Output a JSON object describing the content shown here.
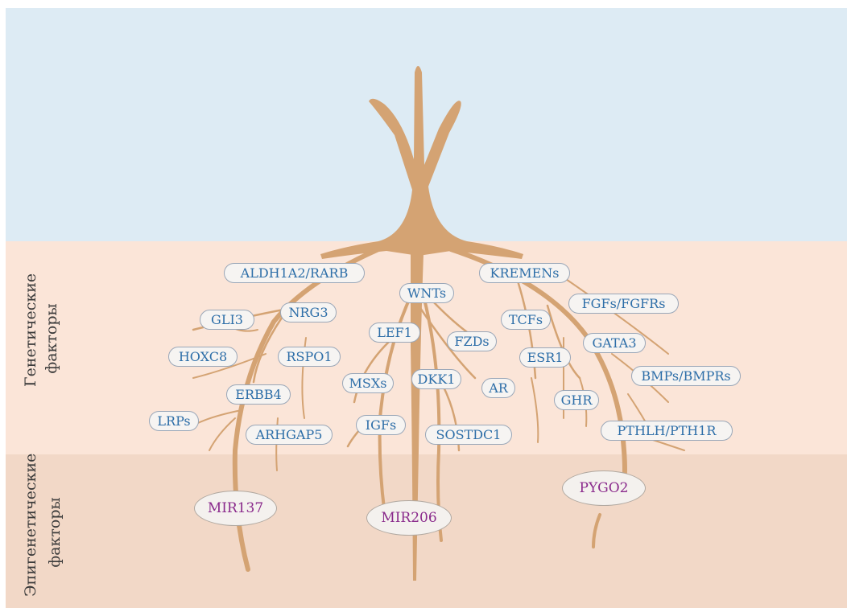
{
  "side_labels": {
    "genetic_line1": "Генетические",
    "genetic_line2": "факторы",
    "epigenetic_line1": "Эпигенетические",
    "epigenetic_line2": "факторы"
  },
  "colors": {
    "sky": "#ddebf4",
    "genetic_band": "#fbe5d8",
    "epigenetic_band": "#f2d8c7",
    "root": "#d4a373",
    "gene_text": "#2d6ea8",
    "mirna_text": "#8a2a8c"
  },
  "genes": [
    {
      "id": "aldh1a2-rarb",
      "label": "ALDH1A2/RARB"
    },
    {
      "id": "wnts",
      "label": "WNTs"
    },
    {
      "id": "kremens",
      "label": "KREMENs"
    },
    {
      "id": "gli3",
      "label": "GLI3"
    },
    {
      "id": "nrg3",
      "label": "NRG3"
    },
    {
      "id": "fgfs-fgfrs",
      "label": "FGFs/FGFRs"
    },
    {
      "id": "tcfs",
      "label": "TCFs"
    },
    {
      "id": "lef1",
      "label": "LEF1"
    },
    {
      "id": "fzds",
      "label": "FZDs"
    },
    {
      "id": "gata3",
      "label": "GATA3"
    },
    {
      "id": "hoxc8",
      "label": "HOXC8"
    },
    {
      "id": "rspo1",
      "label": "RSPO1"
    },
    {
      "id": "esr1",
      "label": "ESR1"
    },
    {
      "id": "msxs",
      "label": "MSXs"
    },
    {
      "id": "dkk1",
      "label": "DKK1"
    },
    {
      "id": "bmps-bmprs",
      "label": "BMPs/BMPRs"
    },
    {
      "id": "ar",
      "label": "AR"
    },
    {
      "id": "erbb4",
      "label": "ERBB4"
    },
    {
      "id": "ghr",
      "label": "GHR"
    },
    {
      "id": "lrps",
      "label": "LRPs"
    },
    {
      "id": "igfs",
      "label": "IGFs"
    },
    {
      "id": "arhgap5",
      "label": "ARHGAP5"
    },
    {
      "id": "sostdc1",
      "label": "SOSTDC1"
    },
    {
      "id": "pthlh-pth1r",
      "label": "PTHLH/PTH1R"
    }
  ],
  "epigenetic": [
    {
      "id": "mir137",
      "label": "MIR137"
    },
    {
      "id": "mir206",
      "label": "MIR206"
    },
    {
      "id": "pygo2",
      "label": "PYGO2"
    }
  ]
}
